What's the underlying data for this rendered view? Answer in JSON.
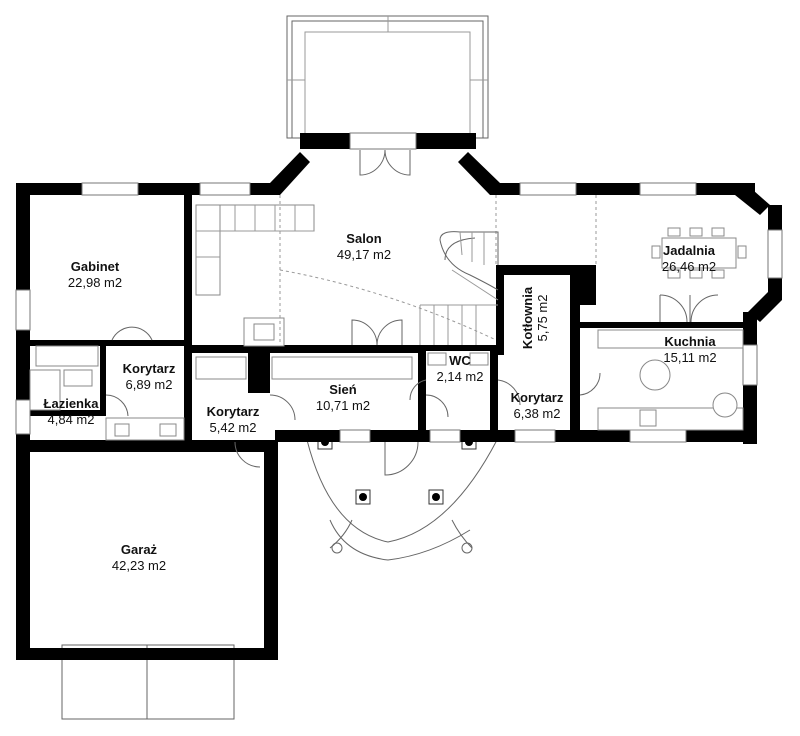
{
  "rooms": {
    "gabinet": {
      "name": "Gabinet",
      "area": "22,98 m2"
    },
    "salon": {
      "name": "Salon",
      "area": "49,17 m2"
    },
    "jadalnia": {
      "name": "Jadalnia",
      "area": "26,46 m2"
    },
    "kotlownia": {
      "name": "Kotłownia",
      "area": "5,75 m2"
    },
    "kuchnia": {
      "name": "Kuchnia",
      "area": "15,11 m2"
    },
    "korytarz1": {
      "name": "Korytarz",
      "area": "6,89 m2"
    },
    "lazienka": {
      "name": "Łazienka",
      "area": "4,84 m2"
    },
    "korytarz2": {
      "name": "Korytarz",
      "area": "5,42 m2"
    },
    "sien": {
      "name": "Sień",
      "area": "10,71 m2"
    },
    "wc": {
      "name": "WC",
      "area": "2,14 m2"
    },
    "korytarz3": {
      "name": "Korytarz",
      "area": "6,38 m2"
    },
    "garaz": {
      "name": "Garaż",
      "area": "42,23 m2"
    }
  },
  "colors": {
    "wall": "#000000",
    "line": "#888888",
    "background": "#ffffff"
  }
}
